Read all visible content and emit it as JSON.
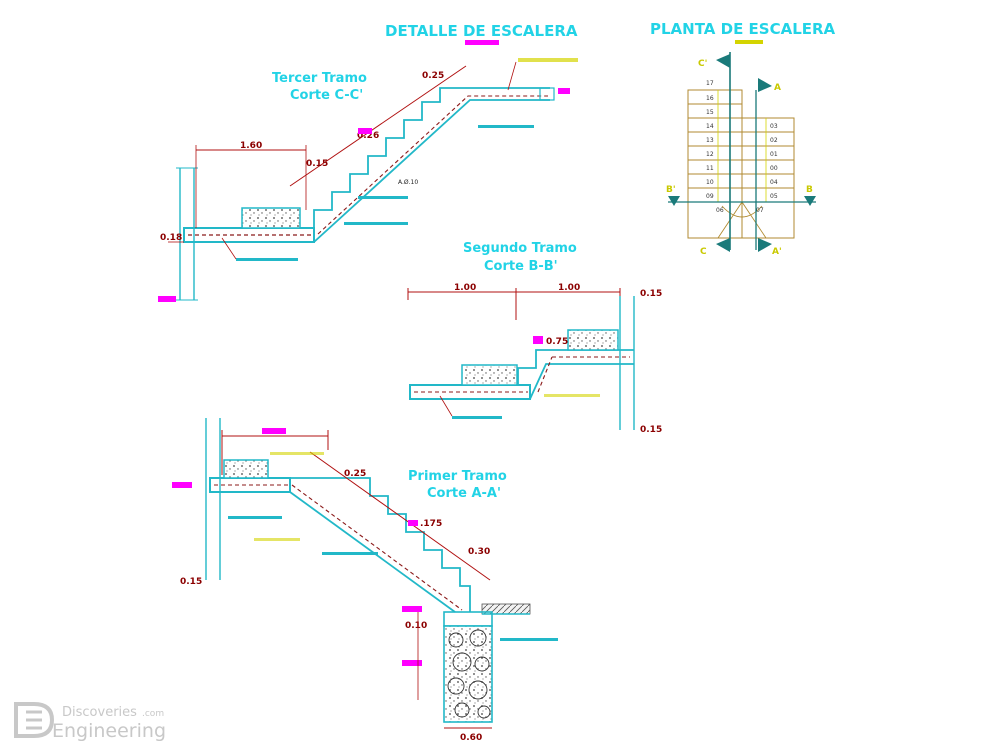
{
  "titles": {
    "detalle": "DETALLE DE ESCALERA",
    "planta": "PLANTA DE ESCALERA"
  },
  "sections": {
    "tercer": {
      "name": "Tercer Tramo",
      "cut": "Corte C-C'"
    },
    "segundo": {
      "name": "Segundo Tramo",
      "cut": "Corte B-B'"
    },
    "primer": {
      "name": "Primer Tramo",
      "cut": "Corte A-A'"
    }
  },
  "dims": {
    "t_160": "1.60",
    "t_026": "0.26",
    "t_018": "0.18",
    "t_015": "0.15",
    "t_025": "0.25",
    "t_plaster": "A.Ø.10",
    "s_100a": "1.00",
    "s_100b": "1.00",
    "s_015a": "0.15",
    "s_015b": "0.15",
    "s_075": "0.75",
    "p_025": "0.25",
    "p_175": ".175",
    "p_030": "0.30",
    "p_015": "0.15",
    "p_010": "0.10",
    "p_060": "0.60"
  },
  "plan": {
    "left_steps": [
      "17",
      "16",
      "15",
      "14",
      "13",
      "12",
      "11",
      "10",
      "09"
    ],
    "right_steps": [
      "03",
      "02",
      "01",
      "00",
      "04",
      "05",
      "06",
      "07"
    ],
    "markers": [
      "C'",
      "A",
      "B'",
      "B",
      "C",
      "A'"
    ]
  },
  "watermark": {
    "line1": "Discoveries",
    "suffix": ".com",
    "line2": "Engineering"
  },
  "colors": {
    "title": "#22d3e6",
    "dimension": "#8b0000",
    "magenta": "#ff00ff",
    "yellow": "#d4d400",
    "plan_teal": "#1a7a7a"
  }
}
